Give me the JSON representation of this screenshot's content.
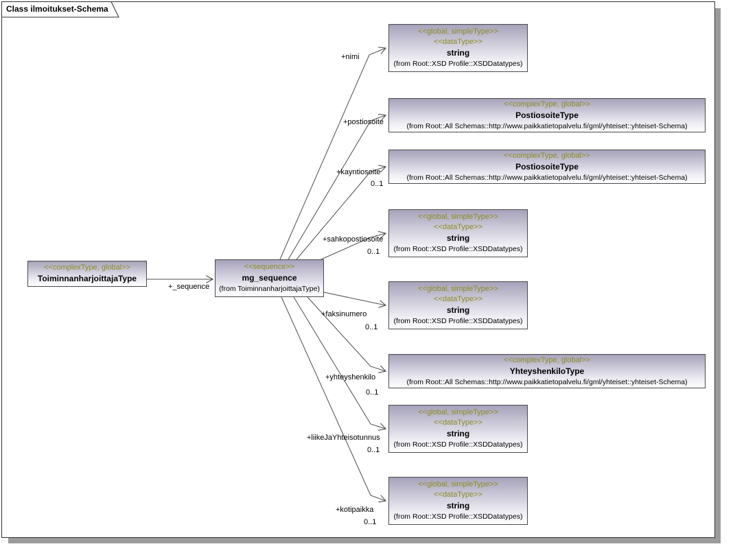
{
  "title_tab": "Class ilmoitukset-Schema",
  "colors": {
    "stereotype_text": "#8c8c22",
    "node_gradient_top": "#a7a2ba",
    "node_border": "#4a4a4a",
    "connector": "#4d4d4d",
    "shadow": "#9b9b9b"
  },
  "source": {
    "stereotype": "<<complexType, global>>",
    "name": "ToiminnanharjoittajaType"
  },
  "sequence": {
    "stereotype": "<<sequence>>",
    "name": "mg_sequence",
    "from": "(from ToiminnanharjoittajaType)"
  },
  "targets": [
    {
      "stereotypes": [
        "<<global, simpleType>>",
        "<<dataType>>"
      ],
      "name": "string",
      "from": "(from Root::XSD Profile::XSDDatatypes)"
    },
    {
      "stereotypes": [
        "<<complexType, global>>"
      ],
      "name": "PostiosoiteType",
      "from": "(from Root::All Schemas::http://www.paikkatietopalvelu.fi/gml/yhteiset::yhteiset-Schema)"
    },
    {
      "stereotypes": [
        "<<complexType, global>>"
      ],
      "name": "PostiosoiteType",
      "from": "(from Root::All Schemas::http://www.paikkatietopalvelu.fi/gml/yhteiset::yhteiset-Schema)"
    },
    {
      "stereotypes": [
        "<<global, simpleType>>",
        "<<dataType>>"
      ],
      "name": "string",
      "from": "(from Root::XSD Profile::XSDDatatypes)"
    },
    {
      "stereotypes": [
        "<<global, simpleType>>",
        "<<dataType>>"
      ],
      "name": "string",
      "from": "(from Root::XSD Profile::XSDDatatypes)"
    },
    {
      "stereotypes": [
        "<<complexType, global>>"
      ],
      "name": "YhteyshenkiloType",
      "from": "(from Root::All Schemas::http://www.paikkatietopalvelu.fi/gml/yhteiset::yhteiset-Schema)"
    },
    {
      "stereotypes": [
        "<<global, simpleType>>",
        "<<dataType>>"
      ],
      "name": "string",
      "from": "(from Root::XSD Profile::XSDDatatypes)"
    },
    {
      "stereotypes": [
        "<<global, simpleType>>",
        "<<dataType>>"
      ],
      "name": "string",
      "from": "(from Root::XSD Profile::XSDDatatypes)"
    }
  ],
  "edges": {
    "sequence_label": "+_sequence",
    "items": [
      {
        "label": "+nimi",
        "multiplicity": ""
      },
      {
        "label": "+postiosoite",
        "multiplicity": ""
      },
      {
        "label": "+kayntiosoite",
        "multiplicity": "0..1"
      },
      {
        "label": "+sahkopostiosoite",
        "multiplicity": "0..1"
      },
      {
        "label": "+faksinumero",
        "multiplicity": "0..1"
      },
      {
        "label": "+yhteyshenkilo",
        "multiplicity": "0..1"
      },
      {
        "label": "+liikeJaYhteisotunnus",
        "multiplicity": "0..1"
      },
      {
        "label": "+kotipaikka",
        "multiplicity": "0..1"
      }
    ]
  }
}
